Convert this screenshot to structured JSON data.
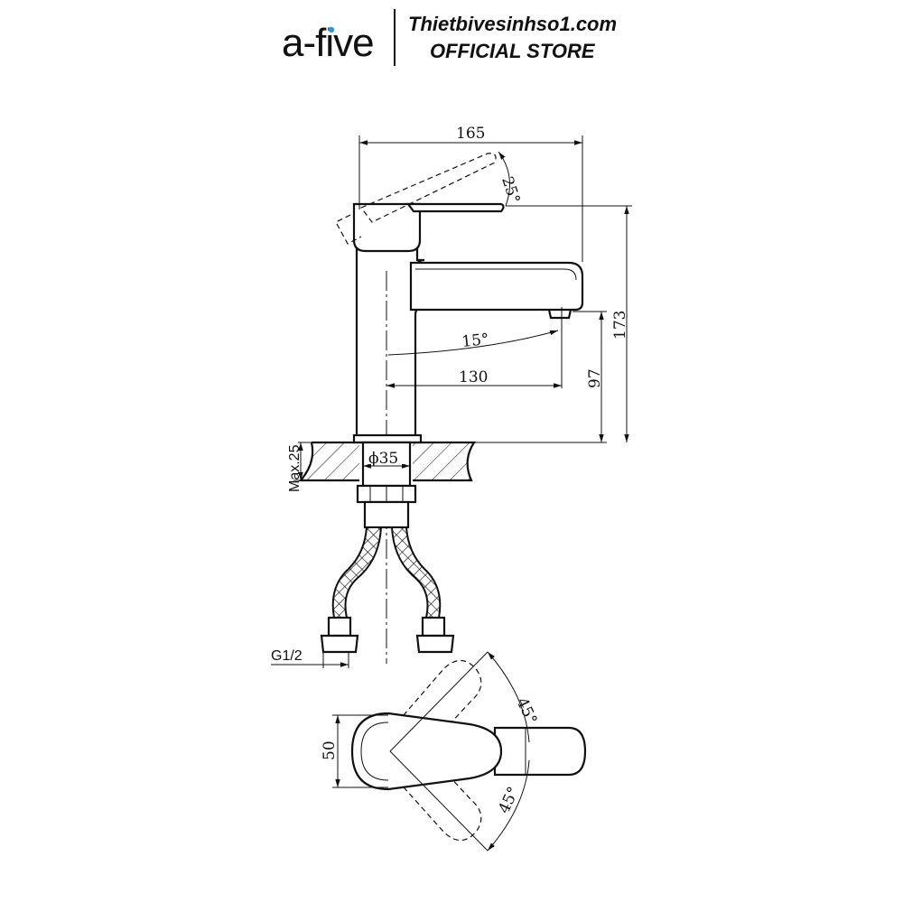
{
  "header": {
    "logo_text": "a-five",
    "site": "Thietbivesinhso1.com",
    "store": "OFFICIAL STORE"
  },
  "dimensions": {
    "overall_length": "165",
    "lever_angle_side": "25°",
    "total_height": "173",
    "spout_angle": "15°",
    "spout_reach": "130",
    "spout_height": "97",
    "base_diameter": "ϕ35",
    "deck_thickness": "Max.25",
    "connector": "G1/2",
    "handle_width": "50",
    "rotate_up": "45°",
    "rotate_down": "45°"
  },
  "colors": {
    "line": "#111111",
    "logo_accent": "#2a9ad6"
  }
}
